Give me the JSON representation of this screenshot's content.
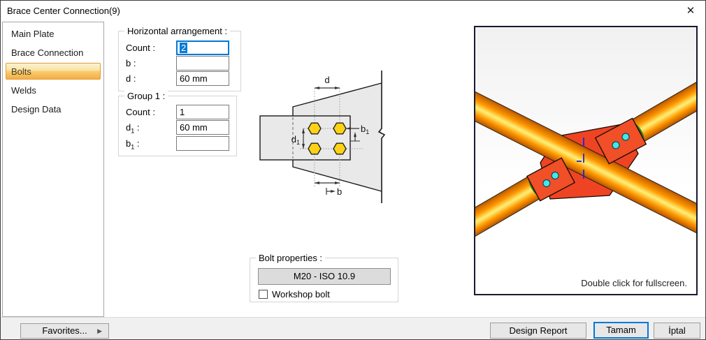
{
  "window": {
    "title": "Brace Center Connection(9)",
    "close_glyph": "✕"
  },
  "sidebar": {
    "items": [
      {
        "label": "Main Plate",
        "selected": false
      },
      {
        "label": "Brace Connection",
        "selected": false
      },
      {
        "label": "Bolts",
        "selected": true
      },
      {
        "label": "Welds",
        "selected": false
      },
      {
        "label": "Design Data",
        "selected": false
      }
    ]
  },
  "groups": {
    "horizontal": {
      "title": "Horizontal arrangement :",
      "fields": [
        {
          "base": "Count",
          "sub": "",
          "suffix": " :",
          "value": "2",
          "focused": true
        },
        {
          "base": "b",
          "sub": "",
          "suffix": " :",
          "value": "",
          "focused": false
        },
        {
          "base": "d",
          "sub": "",
          "suffix": " :",
          "value": "60 mm",
          "focused": false
        }
      ]
    },
    "group1": {
      "title": "Group 1 :",
      "fields": [
        {
          "base": "Count",
          "sub": "",
          "suffix": " :",
          "value": "1",
          "focused": false
        },
        {
          "base": "d",
          "sub": "1",
          "suffix": " :",
          "value": "60 mm",
          "focused": false
        },
        {
          "base": "b",
          "sub": "1",
          "suffix": " :",
          "value": "",
          "focused": false
        }
      ]
    },
    "bolt_properties": {
      "title": "Bolt properties :",
      "bolt_spec": "M20 - ISO 10.9",
      "workshop": {
        "label": "Workshop bolt",
        "checked": false
      }
    }
  },
  "diagram": {
    "dims": {
      "d": "d",
      "b": "b",
      "d1": {
        "base": "d",
        "sub": "1"
      },
      "b1": {
        "base": "b",
        "sub": "1"
      }
    }
  },
  "preview": {
    "hint": "Double click for fullscreen."
  },
  "footer": {
    "favorites": "Favorites...",
    "favorites_arrow": "▶",
    "design_report": "Design Report",
    "ok": "Tamam",
    "cancel": "İptal"
  },
  "colors": {
    "accent": "#0078d7",
    "selection_bg": "#0078d7",
    "sidebar_selected": "#f5ad41",
    "gusset_red": "#ee4423",
    "tube_orange": "#ff9800",
    "bolt_yellow": "#ffd215",
    "bolt_cyan": "#45e6ee"
  }
}
